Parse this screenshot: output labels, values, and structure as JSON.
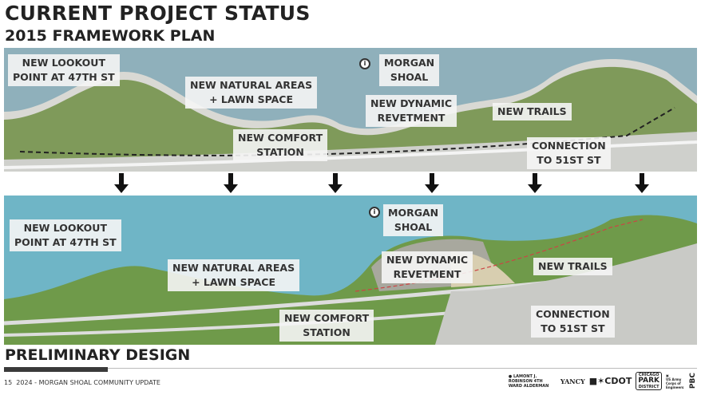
{
  "title": "CURRENT PROJECT STATUS",
  "subtitle": "2015 FRAMEWORK PLAN",
  "framework_plan": {
    "labels": {
      "lookout": [
        "NEW LOOKOUT",
        "POINT AT 47TH ST"
      ],
      "natural": [
        "NEW NATURAL AREAS",
        "+ LAWN SPACE"
      ],
      "shoal": [
        "MORGAN",
        "SHOAL"
      ],
      "revetment": [
        "NEW DYNAMIC",
        "REVETMENT"
      ],
      "trails": [
        "NEW TRAILS"
      ],
      "comfort": [
        "NEW COMFORT",
        "STATION"
      ],
      "connection": [
        "CONNECTION",
        "TO 51ST ST"
      ]
    }
  },
  "preliminary_design": {
    "heading": "PRELIMINARY DESIGN",
    "labels": {
      "lookout": [
        "NEW LOOKOUT",
        "POINT AT 47TH ST"
      ],
      "natural": [
        "NEW NATURAL AREAS",
        "+ LAWN SPACE"
      ],
      "shoal": [
        "MORGAN",
        "SHOAL"
      ],
      "revetment": [
        "NEW DYNAMIC",
        "REVETMENT"
      ],
      "trails": [
        "NEW TRAILS"
      ],
      "comfort": [
        "NEW COMFORT",
        "STATION"
      ],
      "connection": [
        "CONNECTION",
        "TO 51ST ST"
      ]
    }
  },
  "footer": {
    "page": "15",
    "text": "2024 - MORGAN SHOAL COMMUNITY UPDATE"
  },
  "logos": [
    "LAMONT J. ROBINSON 4TH WARD ALDERMAN",
    "YANCY",
    "CDOT",
    "CHICAGO PARK DISTRICT",
    "US Army Corps of Engineers",
    "PBC"
  ],
  "colors": {
    "water_top": "#8fb0bb",
    "water_bottom": "#6fb5c6",
    "land": "#7f9a5a",
    "path": "#d9d9d4"
  }
}
